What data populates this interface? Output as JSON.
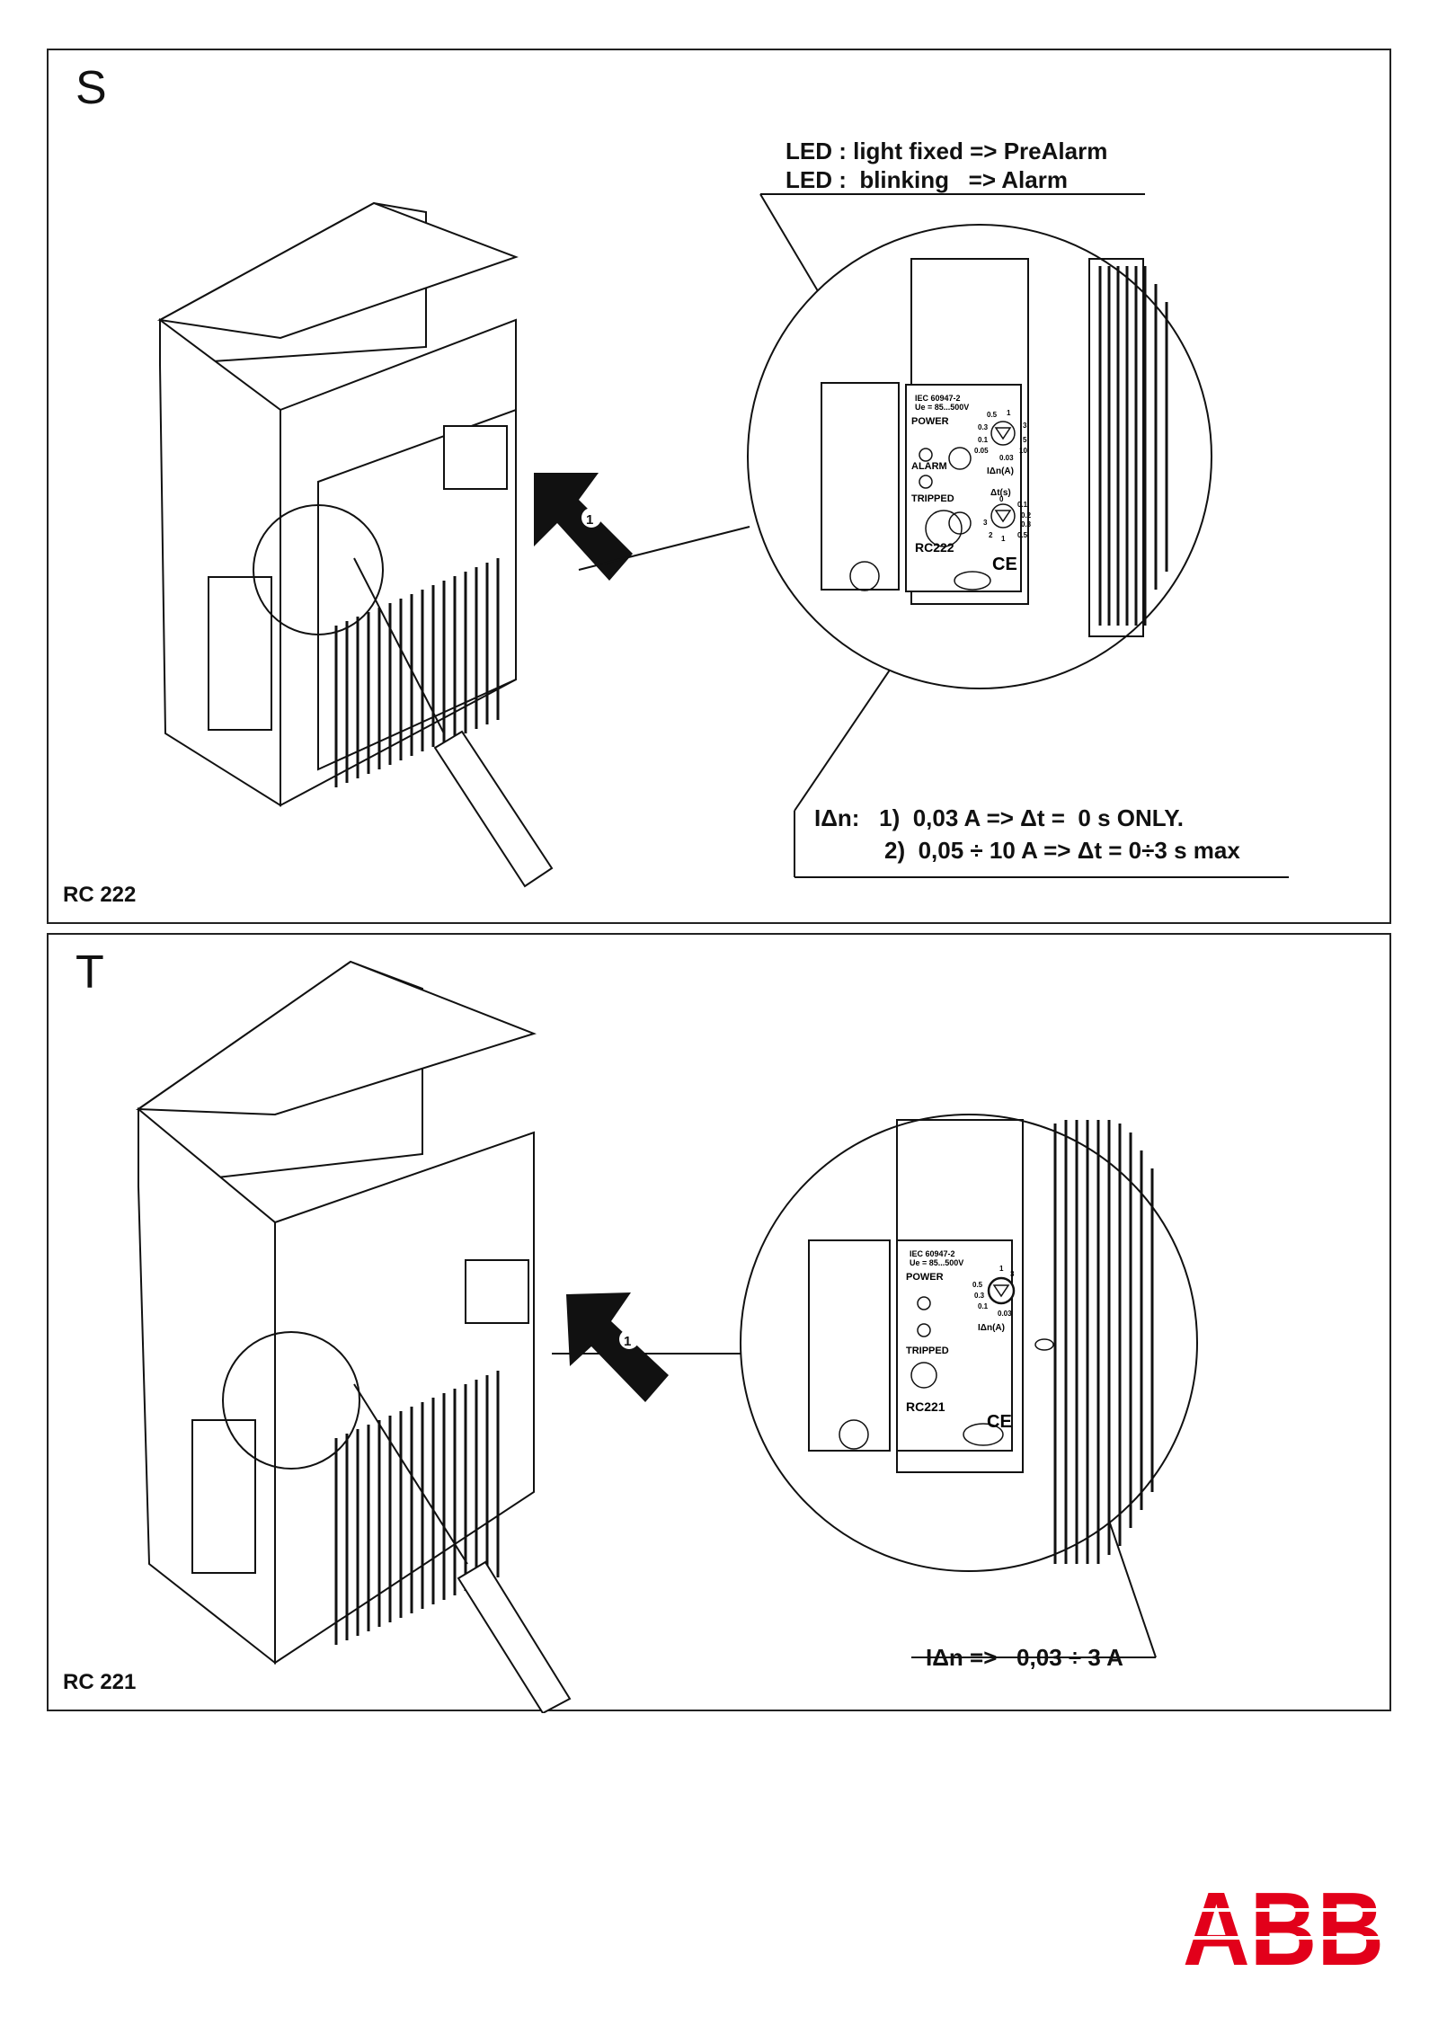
{
  "panels": [
    {
      "letter": "S",
      "model": "RC 222",
      "led_notes": [
        "LED : light fixed => PreAlarm",
        "LED :  blinking   => Alarm"
      ],
      "idn_label": "IΔn:",
      "idn_lines": [
        "1)  0,03 A => Δt =  0 s ONLY.",
        "2)  0,05 ÷ 10 A => Δt = 0÷3 s max"
      ],
      "step": "1",
      "relay": {
        "standard": "IEC 60947-2",
        "voltage": "Ue = 85...500V",
        "power": "POWER",
        "alarm": "ALARM",
        "tripped": "TRIPPED",
        "idn_unit": "IΔn(A)",
        "dt_unit": "Δt(s)",
        "idn_scale": [
          "0.5",
          "1",
          "3",
          "5",
          "10",
          "0.03",
          "0.05",
          "0.1",
          "0.3"
        ],
        "dt_scale": [
          "0",
          "0.1",
          "0.2",
          "0.3",
          "0.5",
          "1",
          "2",
          "3"
        ],
        "name": "RC222",
        "mark": "CE"
      }
    },
    {
      "letter": "T",
      "model": "RC 221",
      "idn_note": "IΔn =>   0,03 ÷ 3 A",
      "step": "1",
      "relay": {
        "standard": "IEC 60947-2",
        "voltage": "Ue = 85...500V",
        "power": "POWER",
        "tripped": "TRIPPED",
        "idn_unit": "IΔn(A)",
        "idn_scale": [
          "0.5",
          "0.3",
          "0.1",
          "1",
          "3",
          "0.03"
        ],
        "name": "RC221",
        "mark": "CE"
      }
    }
  ],
  "logo": "ABB",
  "colors": {
    "logo_red": "#e2001a",
    "ink": "#111111"
  }
}
